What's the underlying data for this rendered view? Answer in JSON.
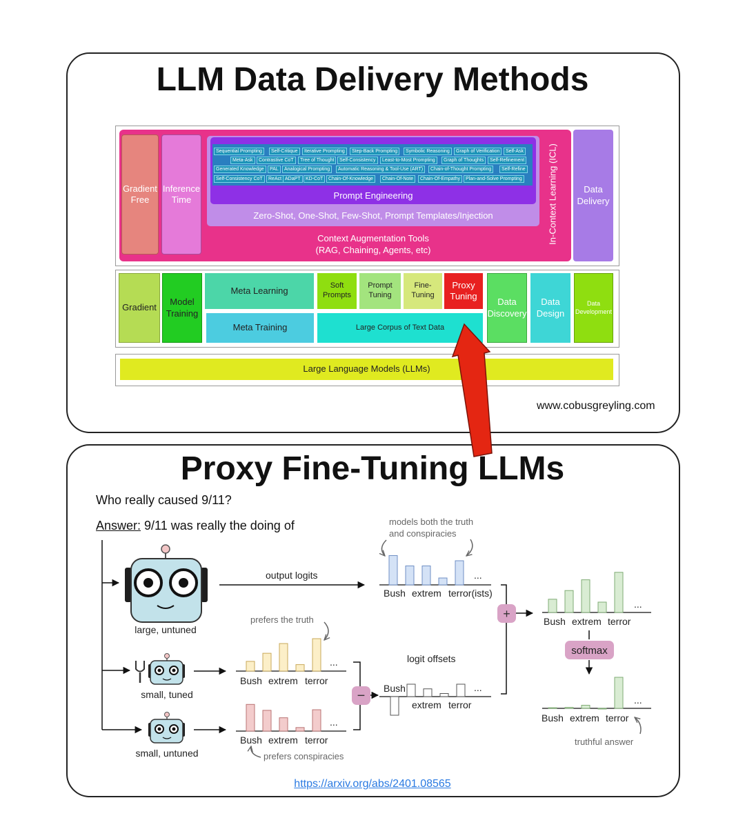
{
  "top": {
    "title": "LLM Data Delivery Methods",
    "gradient_free": "Gradient Free",
    "inference_time": "Inference Time",
    "icl": "In-Context Learning (ICL)",
    "data_delivery": "Data Delivery",
    "prompt_engineering": "Prompt Engineering",
    "zero_shot": "Zero-Shot, One-Shot, Few-Shot, Prompt Templates/Injection",
    "context_tools_line1": "Context Augmentation Tools",
    "context_tools_line2": "(RAG, Chaining, Agents, etc)",
    "techniques": [
      [
        "Sequential Prompting",
        "Self-Critique",
        "Iterative Prompting",
        "Step-Back Prompting",
        "Symbolic Reasoning",
        "Graph of Verification",
        "Self-Ask"
      ],
      [
        "Meta-Ask",
        "Contrastive CoT",
        "Tree of Thought",
        "Self-Consistency",
        "Least-to-Most Prompting",
        "Graph of Thoughts",
        "Self-Refinement"
      ],
      [
        "Generated Knowledge",
        "PAL",
        "Analogical Prompting",
        "Automatic Reasoning & Tool-Use (ART)",
        "Chain-of-Thought Prompting",
        "Self-Refine"
      ],
      [
        "Self-Consistency CoT",
        "ReAct",
        "ADaPT",
        "KD-CoT",
        "Chain-Of-Knowledge",
        "Chain-Of-Note",
        "Chain-Of-Empathy",
        "Plan-and-Solve Prompting"
      ]
    ],
    "gradient": "Gradient",
    "model_training": "Model Training",
    "meta_learning": "Meta Learning",
    "meta_training": "Meta Training",
    "soft_prompts": "Soft Prompts",
    "prompt_tuning": "Prompt Tuning",
    "fine_tuning": "Fine-Tuning",
    "proxy_tuning": "Proxy Tuning",
    "large_corpus": "Large Corpus of Text Data",
    "data_discovery": "Data Discovery",
    "data_design": "Data Design",
    "data_development": "Data Development",
    "llms": "Large Language Models (LLMs)",
    "source": "www.cobusgreyling.com"
  },
  "bottom": {
    "title": "Proxy Fine-Tuning LLMs",
    "question": "Who really caused 9/11?",
    "answer_label": "Answer:",
    "answer_text": " 9/11 was really the doing of",
    "large_untuned": "large, untuned",
    "small_tuned": "small, tuned",
    "small_untuned": "small, untuned",
    "output_logits": "output logits",
    "models_both_line1": "models both the truth",
    "models_both_line2": "and conspiracies",
    "prefers_truth": "prefers the truth",
    "prefers_conspiracies": "prefers conspiracies",
    "logit_offsets": "logit offsets",
    "softmax": "softmax",
    "truthful_answer": "truthful answer",
    "plus": "+",
    "minus": "−",
    "ellipsis": "...",
    "tok_bush": "Bush",
    "tok_extrem": "extrem",
    "tok_terror": "terror",
    "tok_terrorists": "terror(ists)",
    "link": "https://arxiv.org/abs/2401.08565"
  },
  "colors": {
    "icl_magenta": "#e8328a",
    "prompt_purple": "#8e30e6",
    "zero_shot_lilac": "#c08de8",
    "chip_blue": "#1d94b8",
    "gradient_free": "#e6857e",
    "inference_time": "#e57ad9",
    "data_delivery": "#a77be6",
    "gradient": "#b5dc54",
    "model_training": "#22cc22",
    "meta": "#4cd6a8",
    "meta_training": "#4ccce0",
    "proxy_tuning": "#e82020",
    "large_corpus": "#1ee0d0",
    "data_discovery": "#5bde62",
    "data_design": "#3ed6d6",
    "data_development": "#8fde10",
    "llms": "#e0ea20",
    "arrow_red": "#e42612",
    "bars_blue": "#d4e2f6",
    "bars_yellow": "#fcefc8",
    "bars_red": "#f3cccc",
    "bars_green": "#d9ecd3",
    "op_pink": "#d9a3c6",
    "link_blue": "#2a7ae2"
  },
  "chart_data": [
    {
      "type": "bar",
      "name": "large, untuned",
      "categories": [
        "Bush",
        "extrem",
        "terror(ists)"
      ],
      "values": [
        0.85,
        0.55,
        0.55,
        0.2,
        0.7
      ]
    },
    {
      "type": "bar",
      "name": "small, tuned",
      "categories": [
        "Bush",
        "extrem",
        "terror"
      ],
      "values": [
        0.3,
        0.55,
        0.85,
        0.2,
        1.0
      ]
    },
    {
      "type": "bar",
      "name": "small, untuned",
      "categories": [
        "Bush",
        "extrem",
        "terror"
      ],
      "values": [
        0.9,
        0.7,
        0.45,
        0.12,
        0.72
      ]
    },
    {
      "type": "bar",
      "name": "logit offsets",
      "categories": [
        "Bush",
        "extrem",
        "terror"
      ],
      "values": [
        -0.6,
        0.4,
        0.25,
        0.1,
        0.4
      ]
    },
    {
      "type": "bar",
      "name": "sum",
      "categories": [
        "Bush",
        "extrem",
        "terror"
      ],
      "values": [
        0.32,
        0.53,
        0.79,
        0.25,
        0.97
      ]
    },
    {
      "type": "bar",
      "name": "softmax",
      "categories": [
        "Bush",
        "extrem",
        "terror"
      ],
      "values": [
        0.02,
        0.03,
        0.1,
        0.0,
        1.0
      ]
    }
  ]
}
